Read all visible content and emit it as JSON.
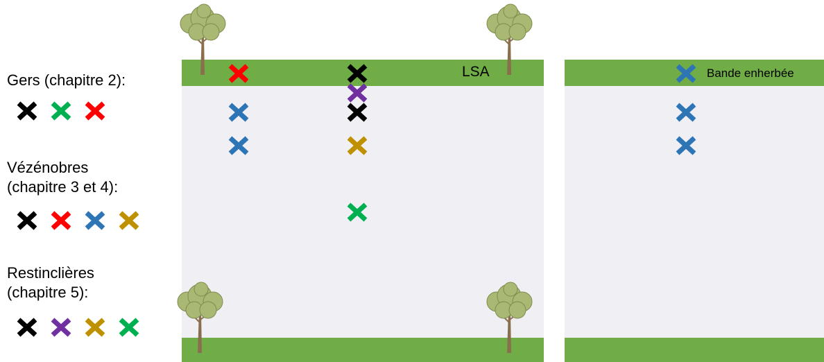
{
  "colors": {
    "black": "#000000",
    "green": "#00b050",
    "red": "#ff0000",
    "blue": "#2e75b6",
    "purple": "#7030a0",
    "gold": "#bf9000",
    "strip": "#70ad47",
    "plot": "#f0eff4"
  },
  "legend": [
    {
      "lines": [
        "Gers (chapitre 2):"
      ],
      "markers": [
        "black",
        "green",
        "red"
      ]
    },
    {
      "lines": [
        "Vézénobres",
        "(chapitre 3 et 4):"
      ],
      "markers": [
        "black",
        "red",
        "blue",
        "gold"
      ]
    },
    {
      "lines": [
        "Restinclières",
        "(chapitre 5):"
      ],
      "markers": [
        "black",
        "purple",
        "gold",
        "green"
      ]
    }
  ],
  "plot1": {
    "label": "LSA"
  },
  "plot2": {
    "label": "Bande enherbée"
  }
}
